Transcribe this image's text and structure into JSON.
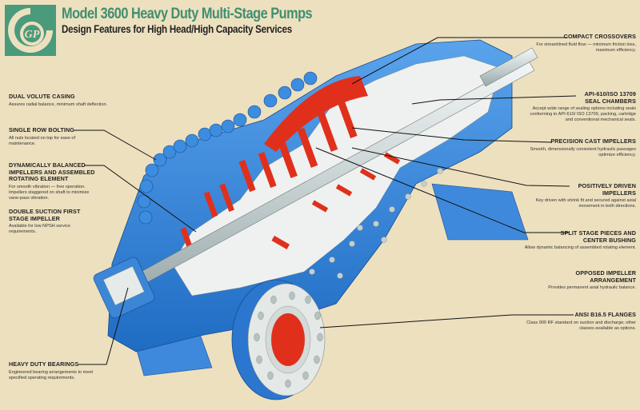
{
  "header": {
    "logo_label": "GP",
    "title": "Model 3600 Heavy Duty Multi-Stage Pumps",
    "subtitle": "Design Features for High Head/High Capacity Services"
  },
  "colors": {
    "background": "#ede0bf",
    "brand_green": "#3f8f70",
    "casing_blue": "#2f7fd6",
    "cutaway_red": "#e0301c",
    "metal_silver": "#e6ebe9",
    "leader_line": "#111111"
  },
  "callouts_left": [
    {
      "title": "DUAL VOLUTE CASING",
      "text": "Assures radial balance, minimum shaft deflection."
    },
    {
      "title": "SINGLE ROW BOLTING",
      "text": "All nuts located on top for ease of maintenance."
    },
    {
      "title": "DYNAMICALLY BALANCED IMPELLERS AND ASSEMBLED ROTATING ELEMENT",
      "text": "For smooth vibration — free operation. Impellers staggered on shaft to minimize vane-pass vibration."
    },
    {
      "title": "DOUBLE SUCTION FIRST STAGE IMPELLER",
      "text": "Available for low NPSH service requirements."
    },
    {
      "title": "HEAVY DUTY BEARINGS",
      "text": "Engineered bearing arrangements to meet specified operating requirements."
    }
  ],
  "callouts_right": [
    {
      "title": "COMPACT CROSSOVERS",
      "text": "For streamlined fluid flow — minimum friction loss, maximum efficiency."
    },
    {
      "title": "API-610/ISO 13709 SEAL CHAMBERS",
      "text": "Accept wide range of sealing options including seals conforming to API-610/ ISO 13709, packing, cartridge and conventional mechanical seals."
    },
    {
      "title": "PRECISION CAST IMPELLERS",
      "text": "Smooth, dimensionally consistent hydraulic passages optimize efficiency."
    },
    {
      "title": "POSITIVELY DRIVEN IMPELLERS",
      "text": "Key driven with shrink fit and secured against axial movement in both directions."
    },
    {
      "title": "SPLIT STAGE PIECES AND CENTER BUSHING",
      "text": "Allow dynamic balancing of assembled rotating element."
    },
    {
      "title": "OPPOSED IMPELLER ARRANGEMENT",
      "text": "Provides permanent axial hydraulic balance."
    },
    {
      "title": "ANSI B16.5 FLANGES",
      "text": "Class 900 RF standard on suction and discharge; other classes available as options."
    }
  ]
}
